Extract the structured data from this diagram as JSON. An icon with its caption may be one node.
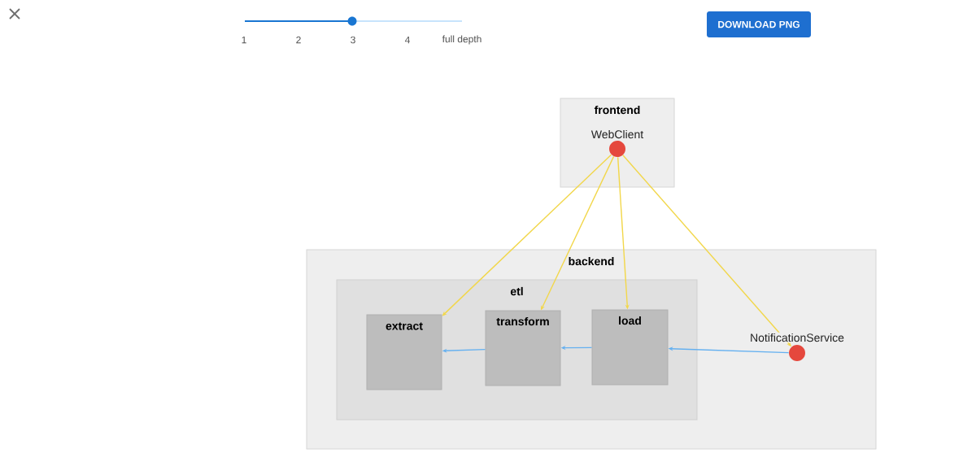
{
  "diagram": {
    "nodes": [
      {
        "text": [
          "frontend"
        ]
      },
      {
        "text": [
          "WebClient"
        ],
        "in": 0
      },
      {
        "text": [
          "backend"
        ]
      },
      {
        "text": [
          "etl"
        ],
        "in": 2
      },
      {
        "text": [
          "extract"
        ],
        "in": 3
      },
      {
        "text": [
          "transform"
        ],
        "in": 3
      },
      {
        "text": [
          "load"
        ],
        "in": 3
      },
      {
        "text": [
          "NotificationService"
        ],
        "in": 2
      }
    ],
    "edges": [
      {
        "from": 1,
        "to": 4,
        "arrow": "to"
      },
      {
        "from": 1,
        "to": 5,
        "arrow": "to"
      },
      {
        "from": 1,
        "to": 6,
        "arrow": "to"
      },
      {
        "from": 1,
        "to": 7,
        "arrow": "to"
      },
      {
        "from": 7,
        "to": 6,
        "arrow": "to",
        "color": "#64b0f0"
      },
      {
        "from": 6,
        "to": 5,
        "arrow": "to",
        "color": "#64b0f0"
      },
      {
        "from": 5,
        "to": 4,
        "arrow": "to",
        "color": "#64b0f0"
      }
    ],
    "labels": [
      "1",
      "2",
      "3",
      "4",
      "full depth",
      "DOWNLOAD PNG"
    ]
  }
}
